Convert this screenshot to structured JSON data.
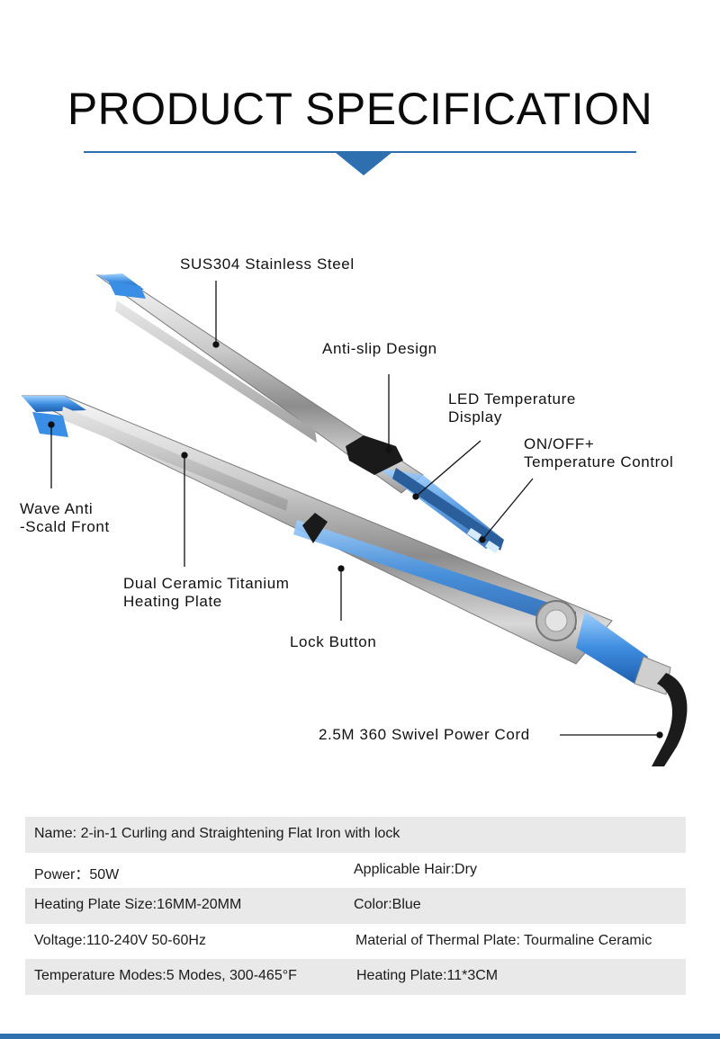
{
  "header": {
    "title": "PRODUCT SPECIFICATION",
    "accent_color": "#2e6fb0"
  },
  "callouts": {
    "sus304": "SUS304 Stainless Steel",
    "anti_slip": "Anti-slip Design",
    "led_display": "LED Temperature\nDisplay",
    "on_off": "ON/OFF+\nTemperature Control",
    "wave_front": "Wave Anti\n-Scald Front",
    "heating_plate": "Dual Ceramic Titanium\nHeating Plate",
    "lock_button": "Lock Button",
    "power_cord": "2.5M 360 Swivel Power Cord"
  },
  "specs": [
    {
      "left": "Name: 2-in-1 Curling and Straightening Flat Iron with lock",
      "right": ""
    },
    {
      "left": "Power：50W",
      "right": "Applicable Hair:Dry"
    },
    {
      "left": "Heating Plate Size:16MM-20MM",
      "right": "Color:Blue"
    },
    {
      "left": "Voltage:110-240V 50-60Hz",
      "right": "Material of Thermal Plate: Tourmaline Ceramic"
    },
    {
      "left": "Temperature Modes:5 Modes, 300-465°F",
      "right": "Heating Plate:11*3CM"
    }
  ]
}
